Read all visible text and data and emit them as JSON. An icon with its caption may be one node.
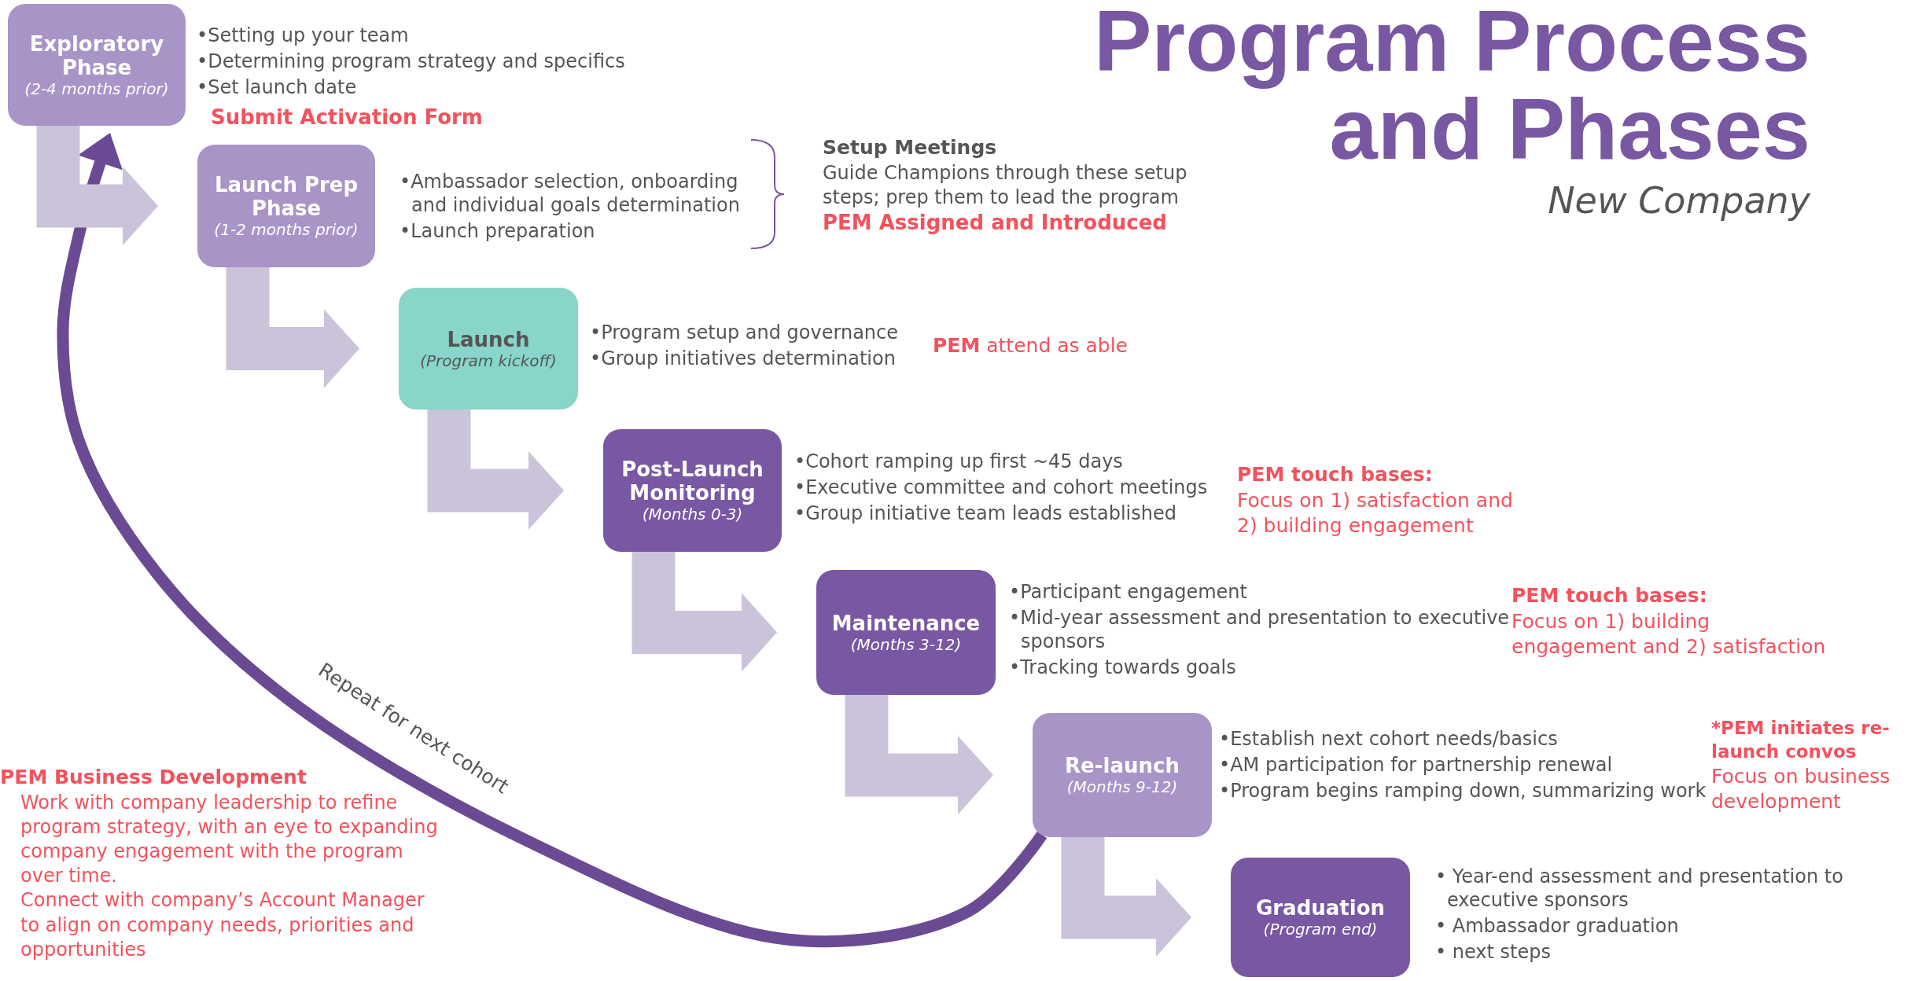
{
  "diagram": {
    "title": "Program Process and Phases",
    "nodes": [
      {
        "text": [
          "Exploratory Phase",
          "(2-4 months prior)"
        ],
        "beside": [
          "•Setting up your team",
          "•Determining program strategy and specifics",
          "•Set launch date"
        ]
      },
      {
        "text": [
          "Launch Prep Phase",
          "(1-2 months prior)"
        ],
        "beside": [
          "•Ambassador selection, onboarding and individual goals determination",
          "•Launch preparation"
        ]
      },
      {
        "text": [
          "Launch",
          "(Program kickoff)"
        ],
        "beside": [
          "•Program setup and governance",
          "•Group initiatives determination"
        ]
      },
      {
        "text": [
          "Post-Launch Monitoring",
          "(Months 0-3)"
        ],
        "beside": [
          "•Cohort ramping up first ~45 days",
          "•Executive committee and cohort meetings",
          "•Group initiative team leads established"
        ]
      },
      {
        "text": [
          "Maintenance",
          "(Months 3-12)"
        ],
        "beside": [
          "•Participant engagement",
          "•Mid-year assessment and presentation to executive sponsors",
          "•Tracking towards goals"
        ]
      },
      {
        "text": [
          "Re-launch",
          "(Months 9-12)"
        ],
        "beside": [
          "•Establish next cohort needs/basics",
          "•AM participation for partnership renewal",
          "•Program begins ramping down, summarizing work"
        ]
      },
      {
        "text": [
          "Graduation",
          "(Program end)"
        ],
        "beside": [
          "• Year-end assessment and presentation to executive sponsors",
          "• Ambassador graduation",
          "• next steps"
        ]
      }
    ],
    "edges": [
      {
        "from": 0,
        "to": 1,
        "arrow": "to"
      },
      {
        "from": 1,
        "to": 2,
        "arrow": "to"
      },
      {
        "from": 2,
        "to": 3,
        "arrow": "to"
      },
      {
        "from": 3,
        "to": 4,
        "arrow": "to"
      },
      {
        "from": 4,
        "to": 5,
        "arrow": "to"
      },
      {
        "from": 5,
        "to": 6,
        "arrow": "to"
      },
      {
        "from": 5,
        "to": 0,
        "arrow": "to",
        "label": "Repeat for next cohort",
        "color": "#6a4b93"
      }
    ],
    "labels": [
      "Submit Activation Form",
      "Setup Meetings",
      "Guide Champions through these setup steps; prep them to lead the program",
      "PEM Assigned and Introduced",
      "**PEM** attend as able",
      "PEM touch bases:",
      "Focus on 1) satisfaction and 2) building engagement",
      "PEM touch bases:",
      "Focus on 1) building engagement and 2) satisfaction",
      "*PEM initiates re-launch convos",
      "Focus on business development",
      "PEM Business Development",
      "Work with company leadership to refine program strategy, with an eye to expanding company engagement with the program over time.",
      "Connect with company’s Account Manager to align on company needs, priorities and opportunities",
      "New Company"
    ]
  }
}
